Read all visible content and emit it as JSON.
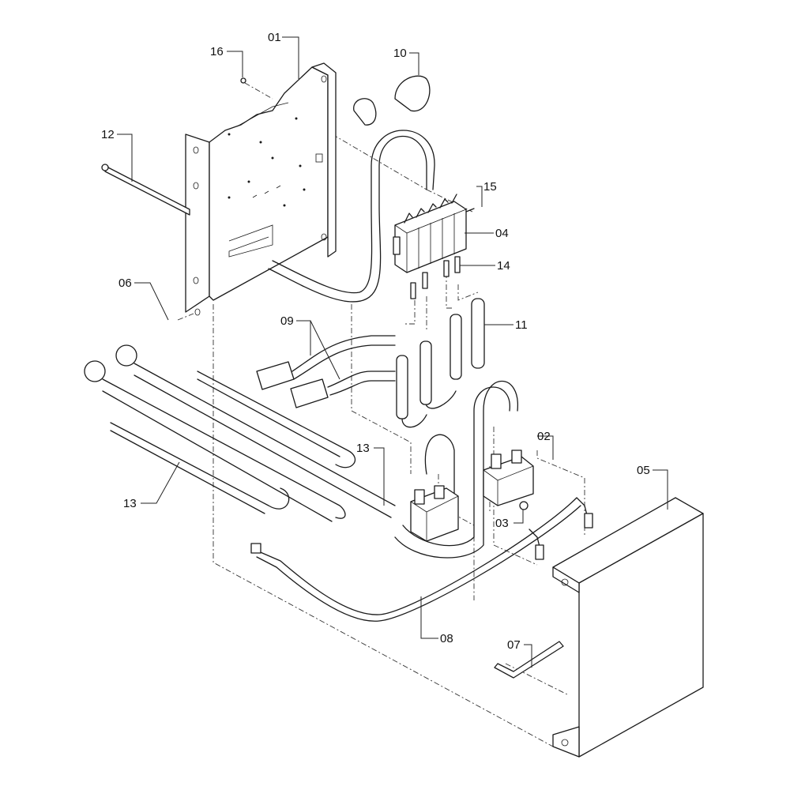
{
  "diagram": {
    "type": "exploded-parts-view",
    "callouts": [
      {
        "id": "01",
        "label": "01",
        "part": "mounting-plate"
      },
      {
        "id": "02",
        "label": "02",
        "part": "relay-right"
      },
      {
        "id": "03",
        "label": "03",
        "part": "screw"
      },
      {
        "id": "04",
        "label": "04",
        "part": "terminal-block"
      },
      {
        "id": "05",
        "label": "05",
        "part": "cover"
      },
      {
        "id": "06",
        "label": "06",
        "part": "screw-left"
      },
      {
        "id": "07",
        "label": "07",
        "part": "bracket"
      },
      {
        "id": "08",
        "label": "08",
        "part": "wire-harness"
      },
      {
        "id": "09",
        "label": "09",
        "part": "connector-harness"
      },
      {
        "id": "10",
        "label": "10",
        "part": "cable-tie"
      },
      {
        "id": "11",
        "label": "11",
        "part": "capacitor"
      },
      {
        "id": "12",
        "label": "12",
        "part": "rod-sensor"
      },
      {
        "id": "13a",
        "label": "13",
        "part": "heating-element-lower"
      },
      {
        "id": "13b",
        "label": "13",
        "part": "heating-element-upper"
      },
      {
        "id": "14",
        "label": "14",
        "part": "fuse-clip"
      },
      {
        "id": "15",
        "label": "15",
        "part": "screw-small"
      },
      {
        "id": "16",
        "label": "16",
        "part": "nut"
      }
    ]
  }
}
